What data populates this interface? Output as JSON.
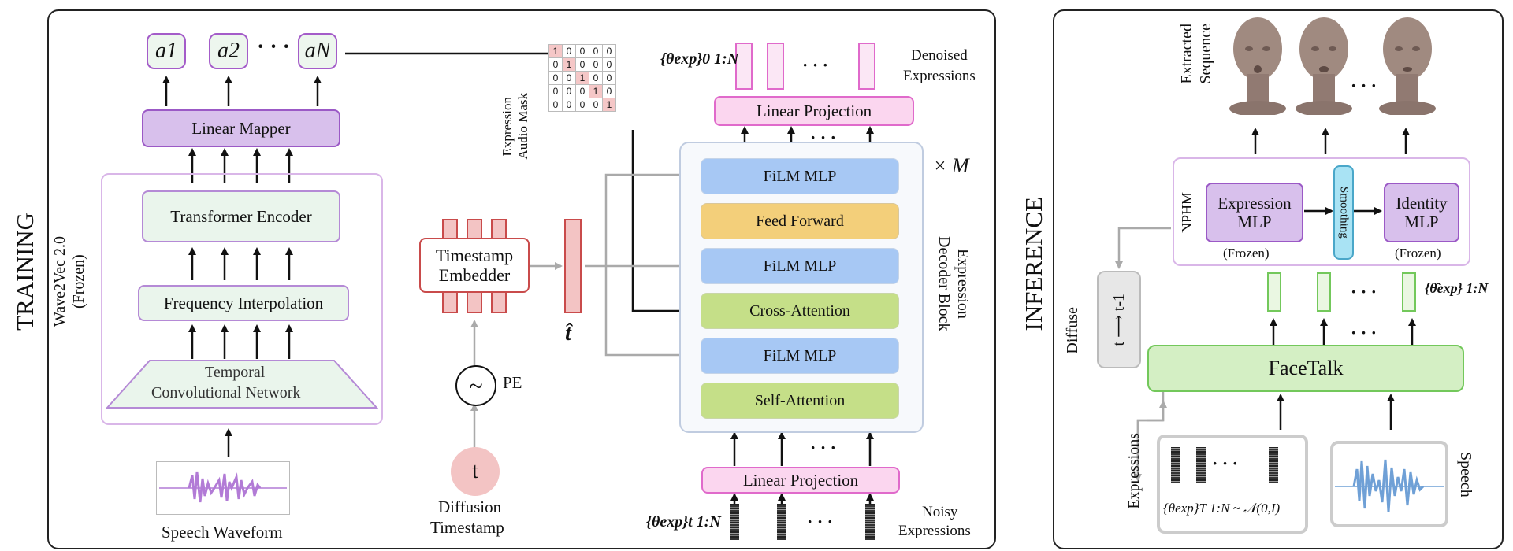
{
  "training": {
    "panel_title": "TRAINING",
    "audio_tokens": [
      "a1",
      "a2",
      "aN"
    ],
    "audio_tokens_dots": "· · ·",
    "linear_mapper": "Linear Mapper",
    "transformer_encoder": "Transformer Encoder",
    "frequency_interpolation": "Frequency Interpolation",
    "tcn_line1": "Temporal",
    "tcn_line2": "Convolutional Network",
    "wav2vec_line1": "Wave2Vec 2.0",
    "wav2vec_line2": "(Frozen)",
    "speech_waveform": "Speech Waveform",
    "mask_label_line1": "Expression",
    "mask_label_line2": "Audio Mask",
    "mask_matrix": [
      [
        1,
        0,
        0,
        0,
        0
      ],
      [
        0,
        1,
        0,
        0,
        0
      ],
      [
        0,
        0,
        1,
        0,
        0
      ],
      [
        0,
        0,
        0,
        1,
        0
      ],
      [
        0,
        0,
        0,
        0,
        1
      ]
    ],
    "timestamp_embedder_line1": "Timestamp",
    "timestamp_embedder_line2": "Embedder",
    "t_hat": "t̂",
    "pe_symbol": "~",
    "pe_label": "PE",
    "t_symbol": "t",
    "diffusion_line1": "Diffusion",
    "diffusion_line2": "Timestamp",
    "decoder": {
      "repeat": "× M",
      "label_line1": "Expression",
      "label_line2": "Decoder Block",
      "layers": [
        "FiLM MLP",
        "Feed Forward",
        "FiLM MLP",
        "Cross-Attention",
        "FiLM MLP",
        "Self-Attention"
      ]
    },
    "linear_projection_top": "Linear Projection",
    "linear_projection_bottom": "Linear Projection",
    "dots": "· · ·",
    "denoised_math": "{θexp}0 1:N",
    "denoised_line1": "Denoised",
    "denoised_line2": "Expressions",
    "noisy_math": "{θexp}t 1:N",
    "noisy_line1": "Noisy",
    "noisy_line2": "Expressions"
  },
  "inference": {
    "panel_title": "INFERENCE",
    "extracted_line1": "Extracted",
    "extracted_line2": "Sequence",
    "nphm": "NPHM",
    "expression_mlp_line1": "Expression",
    "expression_mlp_line2": "MLP",
    "smoothing": "Smoothing",
    "identity_mlp_line1": "Identity",
    "identity_mlp_line2": "MLP",
    "frozen": "(Frozen)",
    "diffuse": "Diffuse",
    "t_to_t1": "t ⟶ t-1",
    "facetalk": "FaceTalk",
    "theta_hat": "{θ̂exp} 1:N",
    "expressions": "Expressions",
    "speech": "Speech",
    "noise_math": "{θexp}T 1:N ~ 𝒩(0,I)",
    "dots": "· · ·"
  },
  "colors": {
    "film_mlp": "#a7c8f4",
    "feed_forward": "#f3cf7a",
    "attention": "#c5df88",
    "linear_projection": "#fbd6ef",
    "linear_mapper": "#d8c0ec",
    "facetalk": "#d4efc4",
    "smoothing": "#a9e3f4"
  }
}
